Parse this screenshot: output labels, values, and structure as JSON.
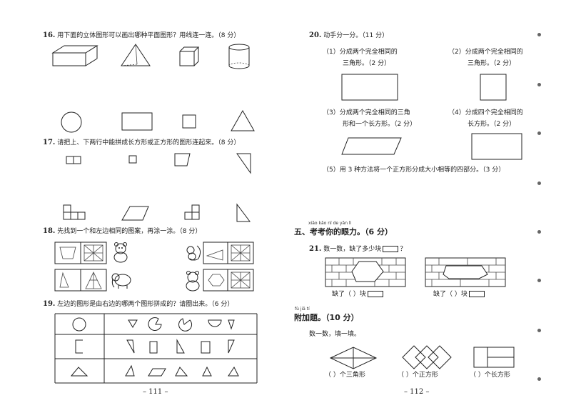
{
  "left": {
    "q16": {
      "num": "16.",
      "text": "用下面的立体图形可以画出哪种平面图形？用线连一连。（8 分）"
    },
    "q17": {
      "num": "17.",
      "text": "请把上、下两行中能拼成长方形或正方形的图形连起来。（8 分）"
    },
    "q18": {
      "num": "18.",
      "text": "先找到一个和左边相同的图案，再涂一涂。（8 分）"
    },
    "q19": {
      "num": "19.",
      "text": "左边的图形是由右边的哪两个图形拼成的？请圈出来。（6 分）"
    },
    "page_num": "– 111 –"
  },
  "right": {
    "q20": {
      "num": "20.",
      "text": "动手分一分。（11 分）"
    },
    "q20_1a": "（1）分成两个完全相同的",
    "q20_1b": "三角形。（2 分）",
    "q20_2a": "（2）分成两个完全相同的",
    "q20_2b": "三角形。（2 分）",
    "q20_3a": "（3）分成两个完全相同的三角",
    "q20_3b": "形和一个长方形。（2 分）",
    "q20_4a": "（4）分成四个完全相同的",
    "q20_4b": "长方形。（2 分）",
    "q20_5": "（5）用 3 种方法将一个正方形分成大小相等的四部分。（3 分）",
    "sec5_pinyin": "xiǎo kǎo nǐ de yǎn lì",
    "sec5_title": "五、考考你的眼力。（6 分）",
    "q21": {
      "num": "21.",
      "text_before": "数一数，缺了多少块",
      "text_after": "？"
    },
    "missing_a": "缺了（    ）块",
    "missing_b": "缺了（    ）块",
    "bonus_pinyin": "fù jiā tí",
    "bonus_title": "附加题。（10 分）",
    "bonus_instr": "数一数，填一填。",
    "cap_triangles": "（    ）个三角形",
    "cap_squares": "（    ）个正方形",
    "cap_rects": "（    ）个长方形",
    "page_num": "– 112 –"
  },
  "icons": [
    "cuboid-icon",
    "cone-icon",
    "cube-icon",
    "cylinder-icon",
    "circle-icon",
    "rectangle-icon",
    "square-icon",
    "triangle-icon",
    "bear-icon",
    "squirrel-icon",
    "elephant-icon",
    "hexagon-icon"
  ]
}
